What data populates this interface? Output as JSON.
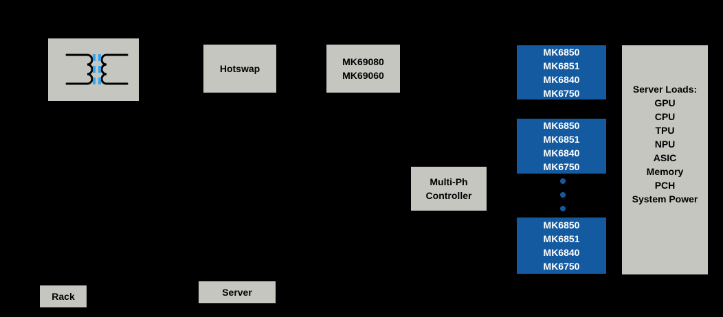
{
  "colors": {
    "bg": "#000000",
    "box_gray": "#C5C6C0",
    "box_blue": "#145AA0",
    "dot_blue": "#145AA0",
    "text_dark": "#000000",
    "text_light": "#FFFFFF",
    "coil_black": "#000000",
    "core_blue": "#35A3EE"
  },
  "icons": {
    "transformer": "transformer-coil-icon",
    "dots": "vertical-ellipsis-dots"
  },
  "diagram": {
    "hotswap": {
      "label": "Hotswap"
    },
    "bus_converter": {
      "lines": [
        "MK69080",
        "MK69060"
      ]
    },
    "controller": {
      "lines": [
        "Multi-Ph",
        "Controller"
      ]
    },
    "modules": [
      {
        "lines": [
          "MK6850",
          "MK6851",
          "MK6840",
          "MK6750"
        ]
      },
      {
        "lines": [
          "MK6850",
          "MK6851",
          "MK6840",
          "MK6750"
        ]
      },
      {
        "lines": [
          "MK6850",
          "MK6851",
          "MK6840",
          "MK6750"
        ]
      }
    ],
    "server_loads": {
      "title": "Server Loads:",
      "items": [
        "GPU",
        "CPU",
        "TPU",
        "NPU",
        "ASIC",
        "Memory",
        "PCH",
        "System Power"
      ]
    },
    "rack_label": "Rack",
    "server_label": "Server"
  }
}
